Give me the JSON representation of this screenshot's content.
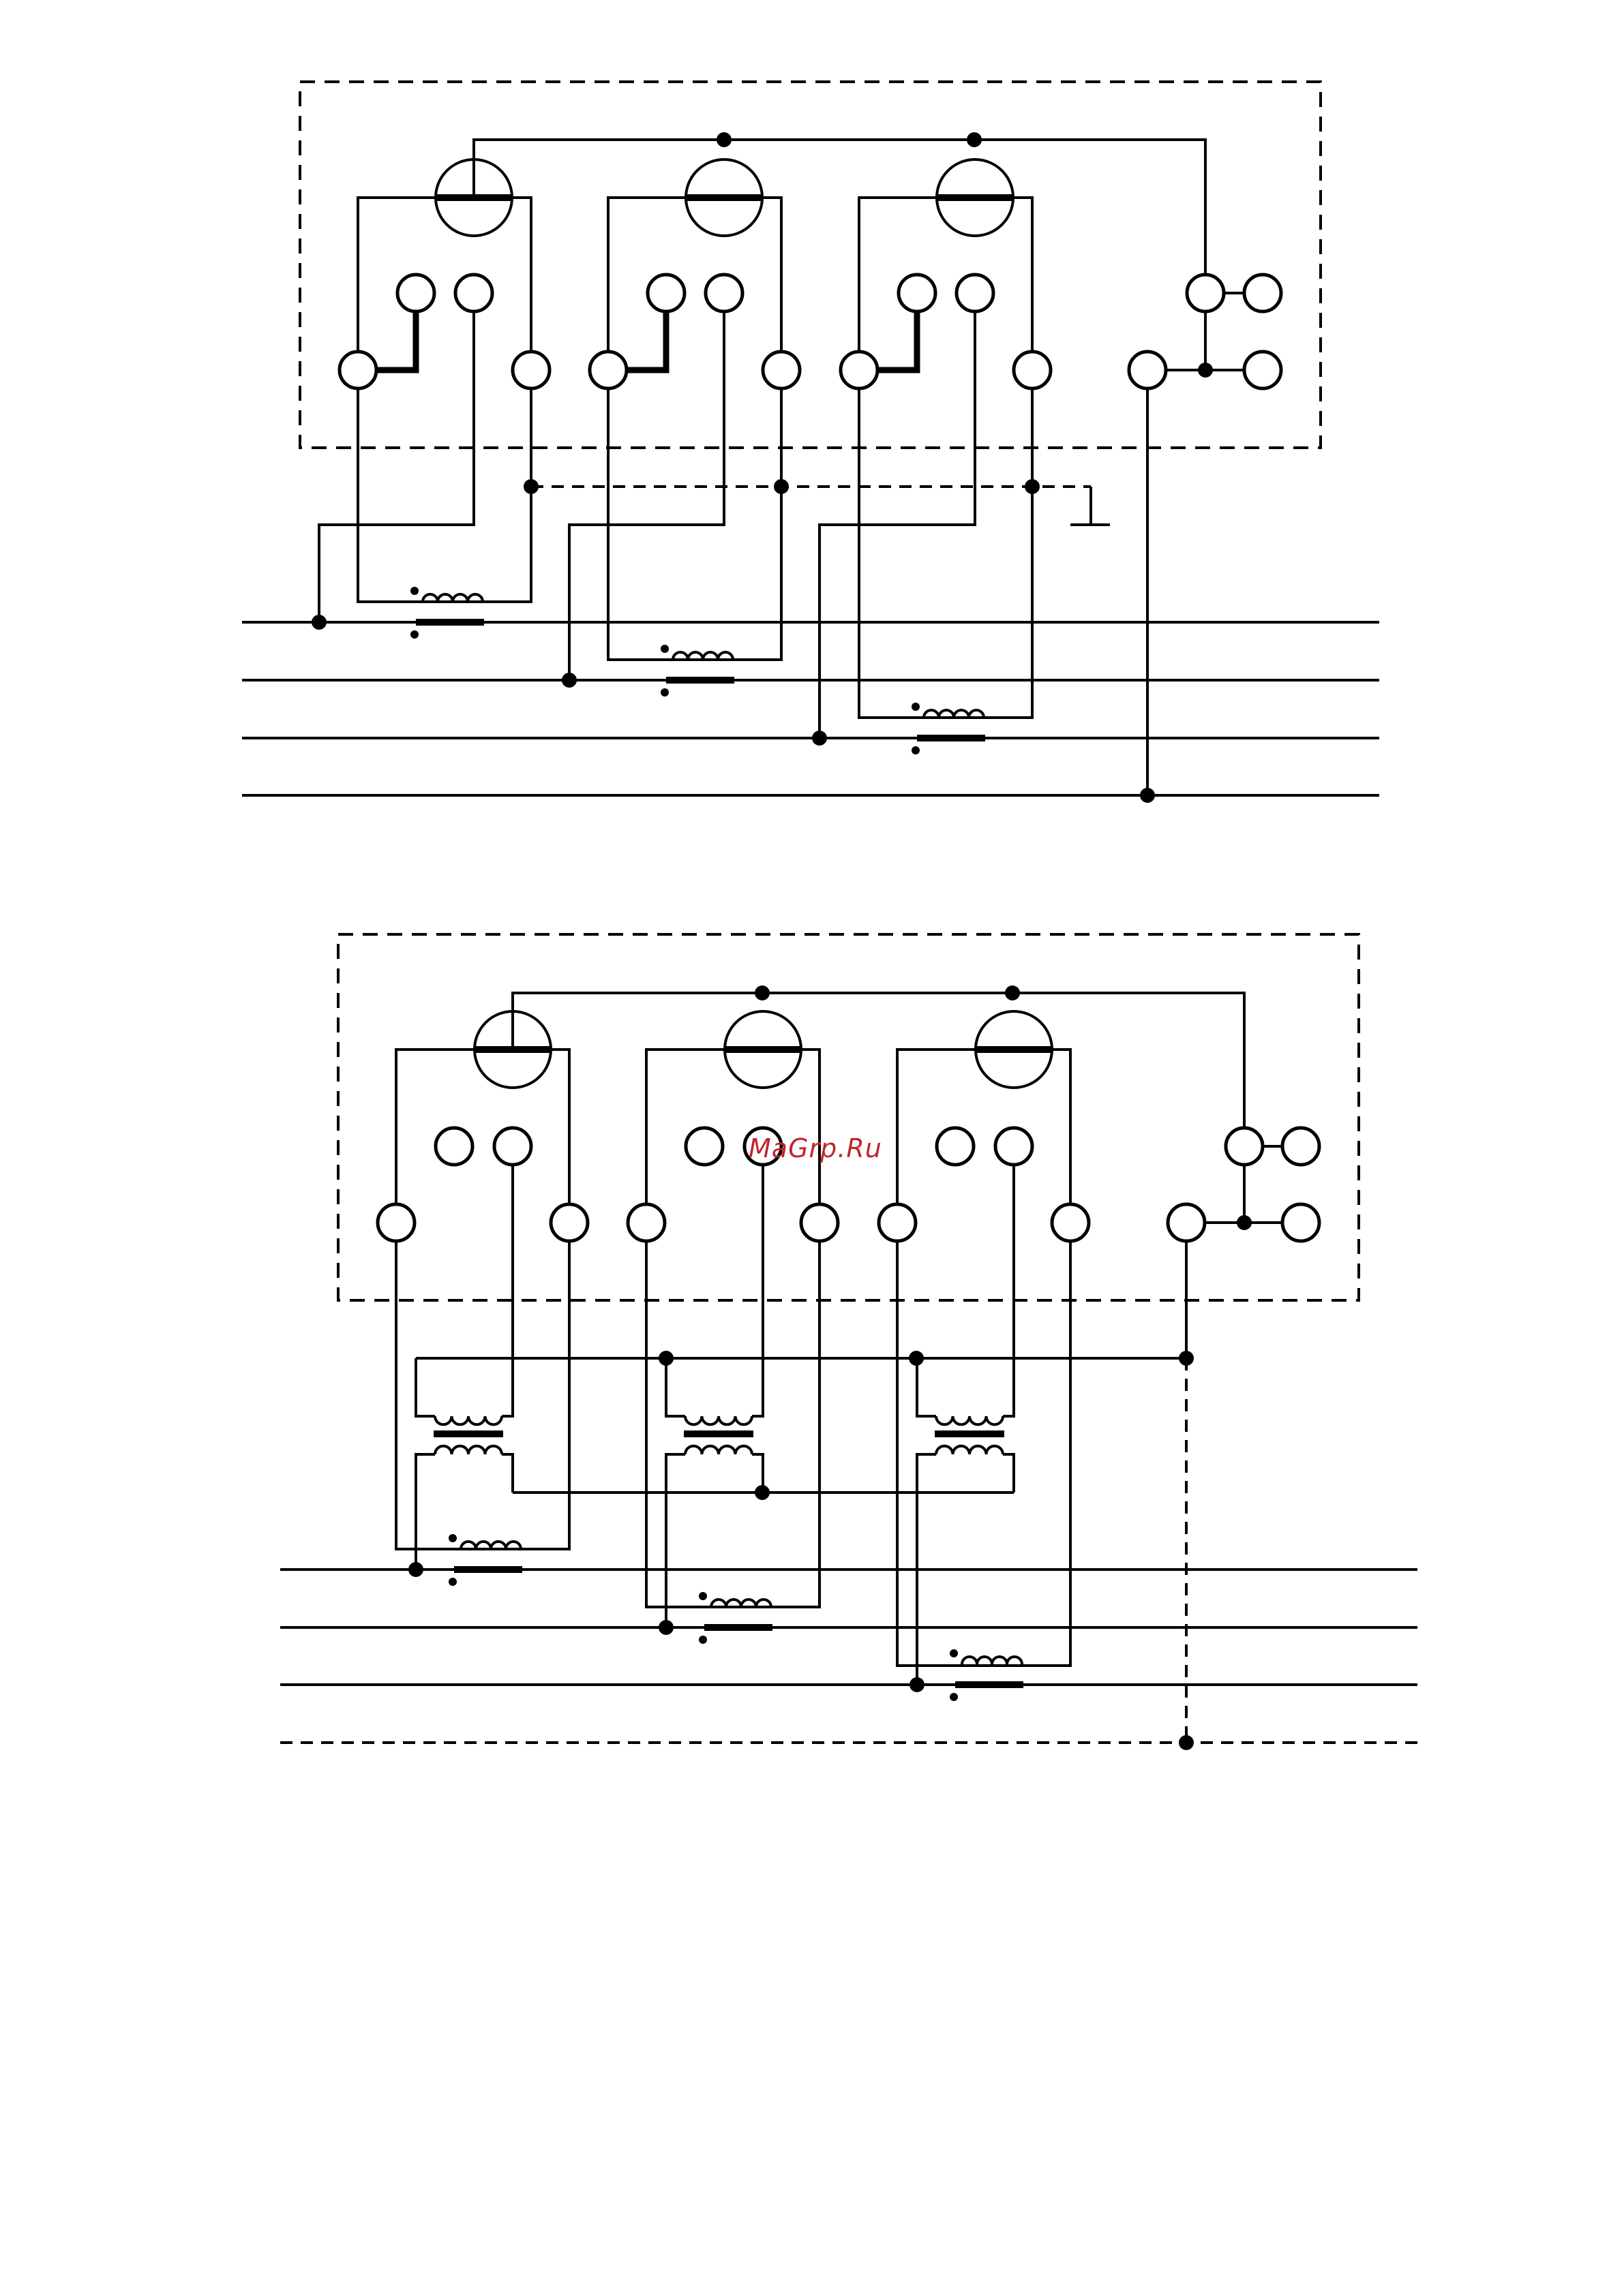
{
  "page": {
    "watermark": "MaGrp.Ru"
  },
  "colors": {
    "line": "#000000",
    "background": "#ffffff",
    "watermark": "#c0262d"
  },
  "diagrams": [
    {
      "id": "top-diagram",
      "description_visible": false,
      "meter_elements": 3,
      "conductor_lines": 4,
      "current_transformers": 3
    },
    {
      "id": "bottom-diagram",
      "description_visible": false,
      "meter_elements": 3,
      "conductor_lines": 4,
      "current_transformers": 3,
      "voltage_transformers": 3
    }
  ]
}
